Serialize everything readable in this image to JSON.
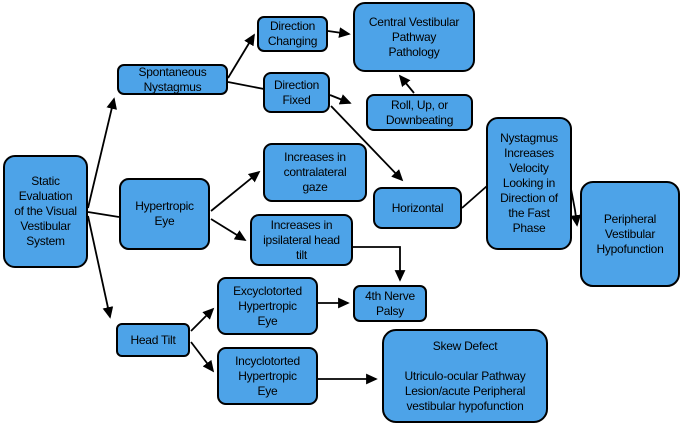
{
  "figure": {
    "type": "flowchart",
    "colors": {
      "background": "#ffffff",
      "node_fill": "#4DA3E8",
      "node_border": "#000000",
      "line": "#000000",
      "text": "#000000"
    }
  },
  "diagram": {
    "nodes": [
      {
        "id": "static-evaluation",
        "label": "Static\nEvaluation\nof the Visual\nVestibular\nSystem"
      },
      {
        "id": "spontaneous-nystagmus",
        "label": "Spontaneous\nNystagmus"
      },
      {
        "id": "direction-changing",
        "label": "Direction\nChanging"
      },
      {
        "id": "central-vestibular-pathway-pathology",
        "label": "Central Vestibular\nPathway\nPathology"
      },
      {
        "id": "direction-fixed",
        "label": "Direction\nFixed"
      },
      {
        "id": "roll-up-downbeating",
        "label": "Roll, Up, or\nDownbeating"
      },
      {
        "id": "hypertropic-eye",
        "label": "Hypertropic\nEye"
      },
      {
        "id": "increases-contralateral-gaze",
        "label": "Increases in\ncontralateral\ngaze"
      },
      {
        "id": "increases-ipsilateral-head-tilt",
        "label": "Increases in\nipsilateral head\ntilt"
      },
      {
        "id": "horizontal",
        "label": "Horizontal"
      },
      {
        "id": "nystagmus-increases-velocity",
        "label": "Nystagmus\nIncreases\nVelocity\nLooking in\nDirection of\nthe Fast\nPhase"
      },
      {
        "id": "peripheral-vestibular-hypofunction",
        "label": "Peripheral\nVestibular\nHypofunction"
      },
      {
        "id": "head-tilt",
        "label": "Head Tilt"
      },
      {
        "id": "excyclotorted-hypertropic-eye",
        "label": "Excyclotorted\nHypertropic\nEye"
      },
      {
        "id": "incyclotorted-hypertropic-eye",
        "label": "Incyclotorted\nHypertropic\nEye"
      },
      {
        "id": "fourth-nerve-palsy",
        "label": "4th Nerve\nPalsy"
      },
      {
        "id": "skew-defect",
        "label": "Skew Defect\n\nUtriculo-ocular Pathway\nLesion/acute Peripheral\nvestibular hypofunction"
      }
    ],
    "edges": [
      {
        "from": "static-evaluation",
        "to": "spontaneous-nystagmus",
        "arrow": true
      },
      {
        "from": "static-evaluation",
        "to": "hypertropic-eye",
        "arrow": false
      },
      {
        "from": "static-evaluation",
        "to": "head-tilt",
        "arrow": true
      },
      {
        "from": "spontaneous-nystagmus",
        "to": "direction-changing",
        "arrow": true
      },
      {
        "from": "spontaneous-nystagmus",
        "to": "direction-fixed",
        "arrow": false
      },
      {
        "from": "direction-changing",
        "to": "central-vestibular-pathway-pathology",
        "arrow": true
      },
      {
        "from": "direction-fixed",
        "to": "roll-up-downbeating",
        "arrow": true
      },
      {
        "from": "roll-up-downbeating",
        "to": "central-vestibular-pathway-pathology",
        "arrow": true
      },
      {
        "from": "direction-fixed",
        "to": "horizontal",
        "arrow": true
      },
      {
        "from": "hypertropic-eye",
        "to": "increases-contralateral-gaze",
        "arrow": true
      },
      {
        "from": "hypertropic-eye",
        "to": "increases-ipsilateral-head-tilt",
        "arrow": true
      },
      {
        "from": "increases-ipsilateral-head-tilt",
        "to": "fourth-nerve-palsy",
        "arrow": true
      },
      {
        "from": "horizontal",
        "to": "nystagmus-increases-velocity",
        "arrow": false
      },
      {
        "from": "nystagmus-increases-velocity",
        "to": "peripheral-vestibular-hypofunction",
        "arrow": true
      },
      {
        "from": "head-tilt",
        "to": "excyclotorted-hypertropic-eye",
        "arrow": true
      },
      {
        "from": "head-tilt",
        "to": "incyclotorted-hypertropic-eye",
        "arrow": true
      },
      {
        "from": "excyclotorted-hypertropic-eye",
        "to": "fourth-nerve-palsy",
        "arrow": true
      },
      {
        "from": "incyclotorted-hypertropic-eye",
        "to": "skew-defect",
        "arrow": true
      }
    ]
  }
}
